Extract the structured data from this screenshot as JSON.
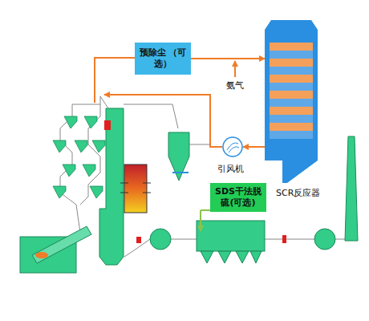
{
  "diagram": {
    "nodes": [
      {
        "text": [
          "预除尘 （可选）"
        ]
      },
      {
        "text": [
          "SCR反应器"
        ]
      },
      {
        "text": [
          "引风机"
        ]
      },
      {
        "text": [
          "SDS干法脱硫(可选)"
        ]
      }
    ],
    "edges": [
      {
        "from": 0,
        "to": 1,
        "arrow": "to"
      },
      {
        "from": 1,
        "to": 2,
        "arrow": "to"
      }
    ],
    "labels": [
      "氨气"
    ]
  }
}
